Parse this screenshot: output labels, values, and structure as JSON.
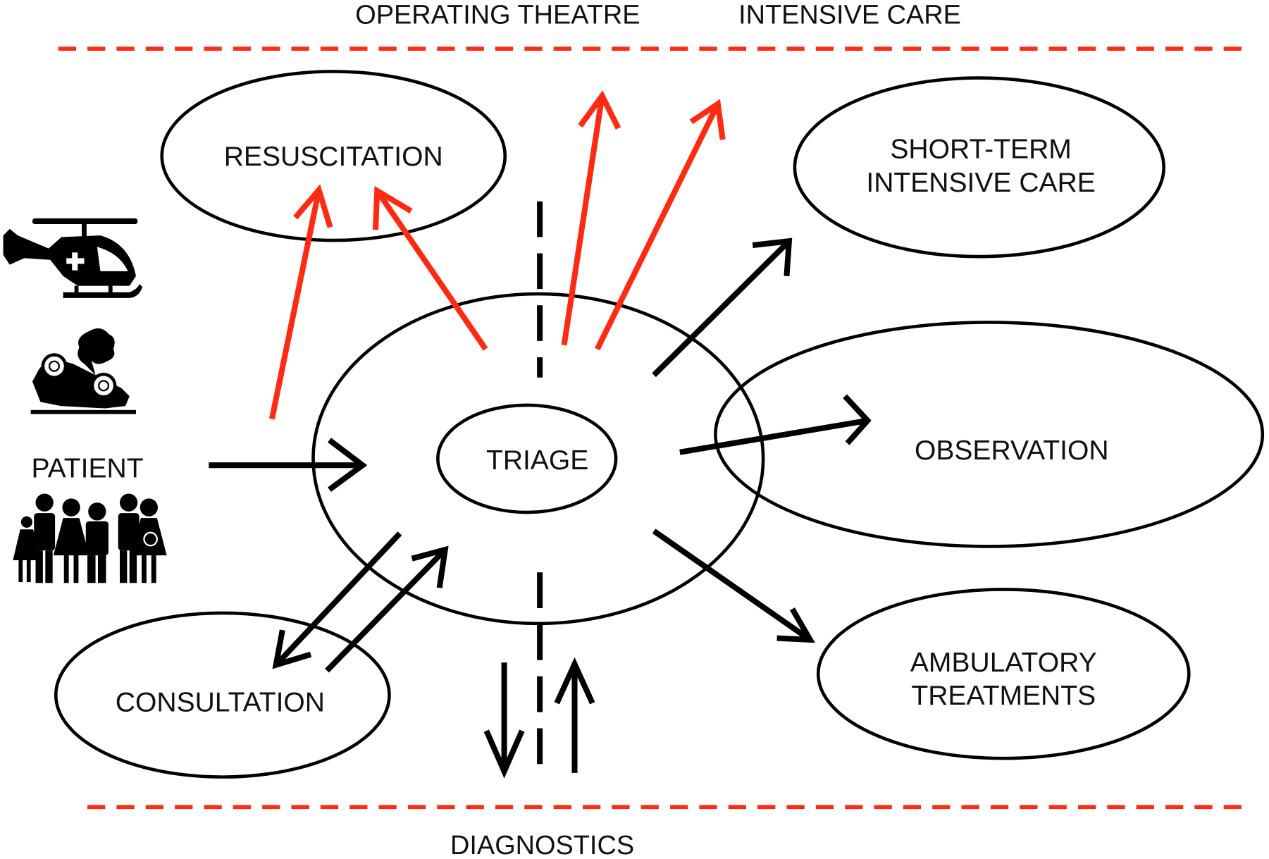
{
  "diagram": {
    "top_labels": {
      "operating_theatre": "OPERATING THEATRE",
      "intensive_care": "INTENSIVE CARE"
    },
    "bottom_label": "DIAGNOSTICS",
    "nodes": {
      "resuscitation": "RESUSCITATION",
      "short_term_line1": "SHORT-TERM",
      "short_term_line2": "INTENSIVE CARE",
      "triage": "TRIAGE",
      "observation": "OBSERVATION",
      "consultation": "CONSULTATION",
      "ambulatory_line1": "AMBULATORY",
      "ambulatory_line2": "TREATMENTS"
    },
    "patient_label": "PATIENT",
    "icons": [
      "helicopter-ambulance-icon",
      "car-crash-icon",
      "family-group-icon"
    ],
    "colors": {
      "critical_flow": "#ff2a12",
      "normal_flow": "#000000",
      "boundary": "#ff2a12"
    },
    "flows": [
      {
        "from": "PATIENT",
        "to": "TRIAGE",
        "type": "normal"
      },
      {
        "from": "PATIENT",
        "to": "RESUSCITATION",
        "type": "critical"
      },
      {
        "from": "TRIAGE",
        "to": "RESUSCITATION",
        "type": "critical"
      },
      {
        "from": "TRIAGE",
        "to": "OPERATING THEATRE",
        "type": "critical"
      },
      {
        "from": "TRIAGE",
        "to": "INTENSIVE CARE",
        "type": "critical"
      },
      {
        "from": "TRIAGE",
        "to": "SHORT-TERM INTENSIVE CARE",
        "type": "normal"
      },
      {
        "from": "TRIAGE",
        "to": "OBSERVATION",
        "type": "normal"
      },
      {
        "from": "TRIAGE",
        "to": "AMBULATORY TREATMENTS",
        "type": "normal"
      },
      {
        "from": "TRIAGE",
        "to": "CONSULTATION",
        "type": "normal"
      },
      {
        "from": "CONSULTATION",
        "to": "TRIAGE",
        "type": "normal"
      },
      {
        "from": "TRIAGE",
        "to": "DIAGNOSTICS",
        "type": "normal"
      },
      {
        "from": "DIAGNOSTICS",
        "to": "TRIAGE",
        "type": "normal"
      }
    ]
  }
}
